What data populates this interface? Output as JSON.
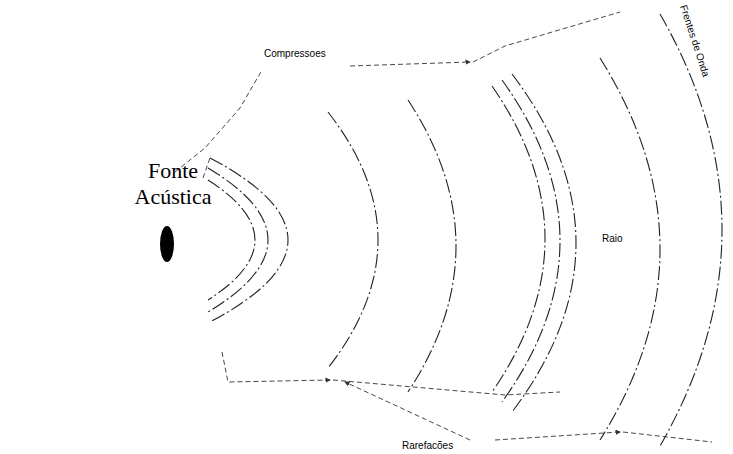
{
  "diagram": {
    "labels": [
      "Fonte Acústica",
      "Compressoes",
      "Raio",
      "Frentes de Onda",
      "Rarefacões"
    ]
  }
}
